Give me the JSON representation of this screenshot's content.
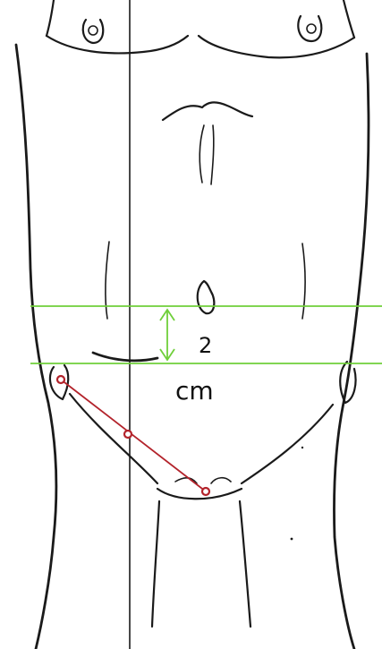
{
  "measurement": {
    "value": "2",
    "unit": "cm"
  },
  "colors": {
    "outline": "#1a1a1a",
    "reference_lines": "#6fcf3a",
    "incision_line": "#b3232b"
  },
  "markers": [
    {
      "name": "anterior-superior-iliac-spine-point"
    },
    {
      "name": "mcburney-point"
    },
    {
      "name": "pubic-point"
    }
  ]
}
